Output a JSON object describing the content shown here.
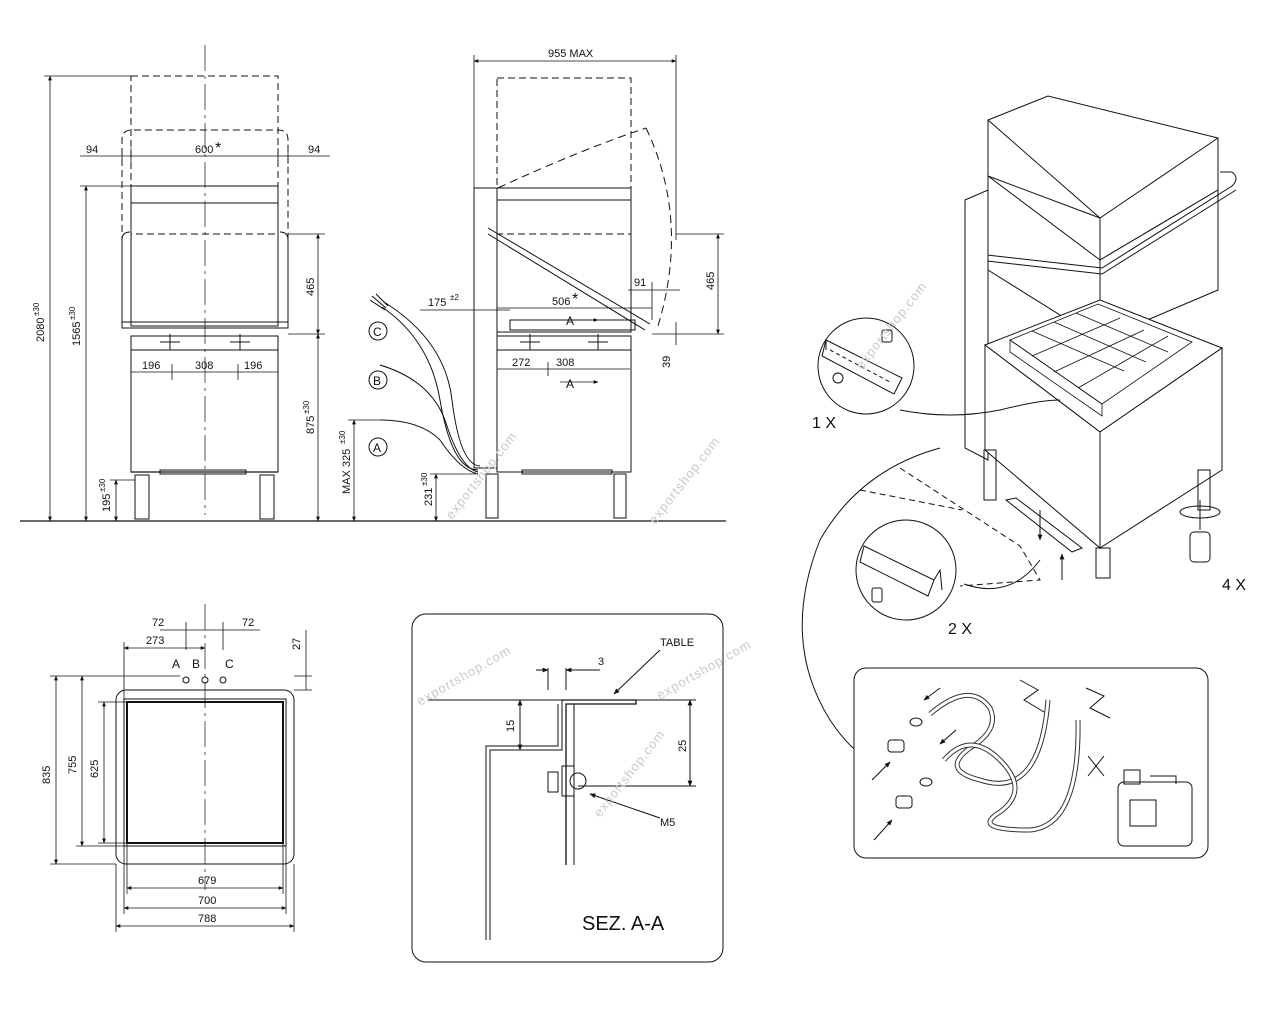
{
  "front_view": {
    "top_width_label": "600",
    "star": "*",
    "side_left": "94",
    "side_right": "94",
    "bottom_left": "196",
    "bottom_middle": "308",
    "bottom_right": "196",
    "height_total": "2080",
    "height_total_tol": "±30",
    "height_open": "1565",
    "height_open_tol": "±30",
    "height_table": "875",
    "height_table_tol": "±30",
    "height_legs": "195",
    "height_legs_tol": "±30",
    "hood_travel": "465"
  },
  "side_view": {
    "width_max": "955 MAX",
    "offset_back": "175",
    "offset_back_tol": "±2",
    "depth_star": "506",
    "star": "*",
    "section_mark": "A",
    "lower_left": "272",
    "lower_right": "308",
    "hood_travel": "465",
    "handle_depth": "91",
    "lip_height": "39",
    "max_height": "MAX 325",
    "max_height_tol": "±30",
    "connector_height": "231",
    "connector_height_tol": "±30",
    "connections": [
      "C",
      "B",
      "A"
    ]
  },
  "plan_view": {
    "offset_a": "72",
    "offset_c": "72",
    "offset_b": "273",
    "offset_top": "27",
    "port_labels": [
      "A",
      "B",
      "C"
    ],
    "depth_outer": "835",
    "depth_mid": "755",
    "depth_inner": "625",
    "width_inner": "679",
    "width_mid": "700",
    "width_outer": "788"
  },
  "section": {
    "title": "SEZ. A-A",
    "table_label": "TABLE",
    "thickness": "3",
    "height_left": "15",
    "height_right": "25",
    "screw": "M5"
  },
  "assembly": {
    "rail_qty": "1 X",
    "bracket_qty": "2 X",
    "feet_qty": "4 X"
  },
  "watermark": "exportshop.com"
}
